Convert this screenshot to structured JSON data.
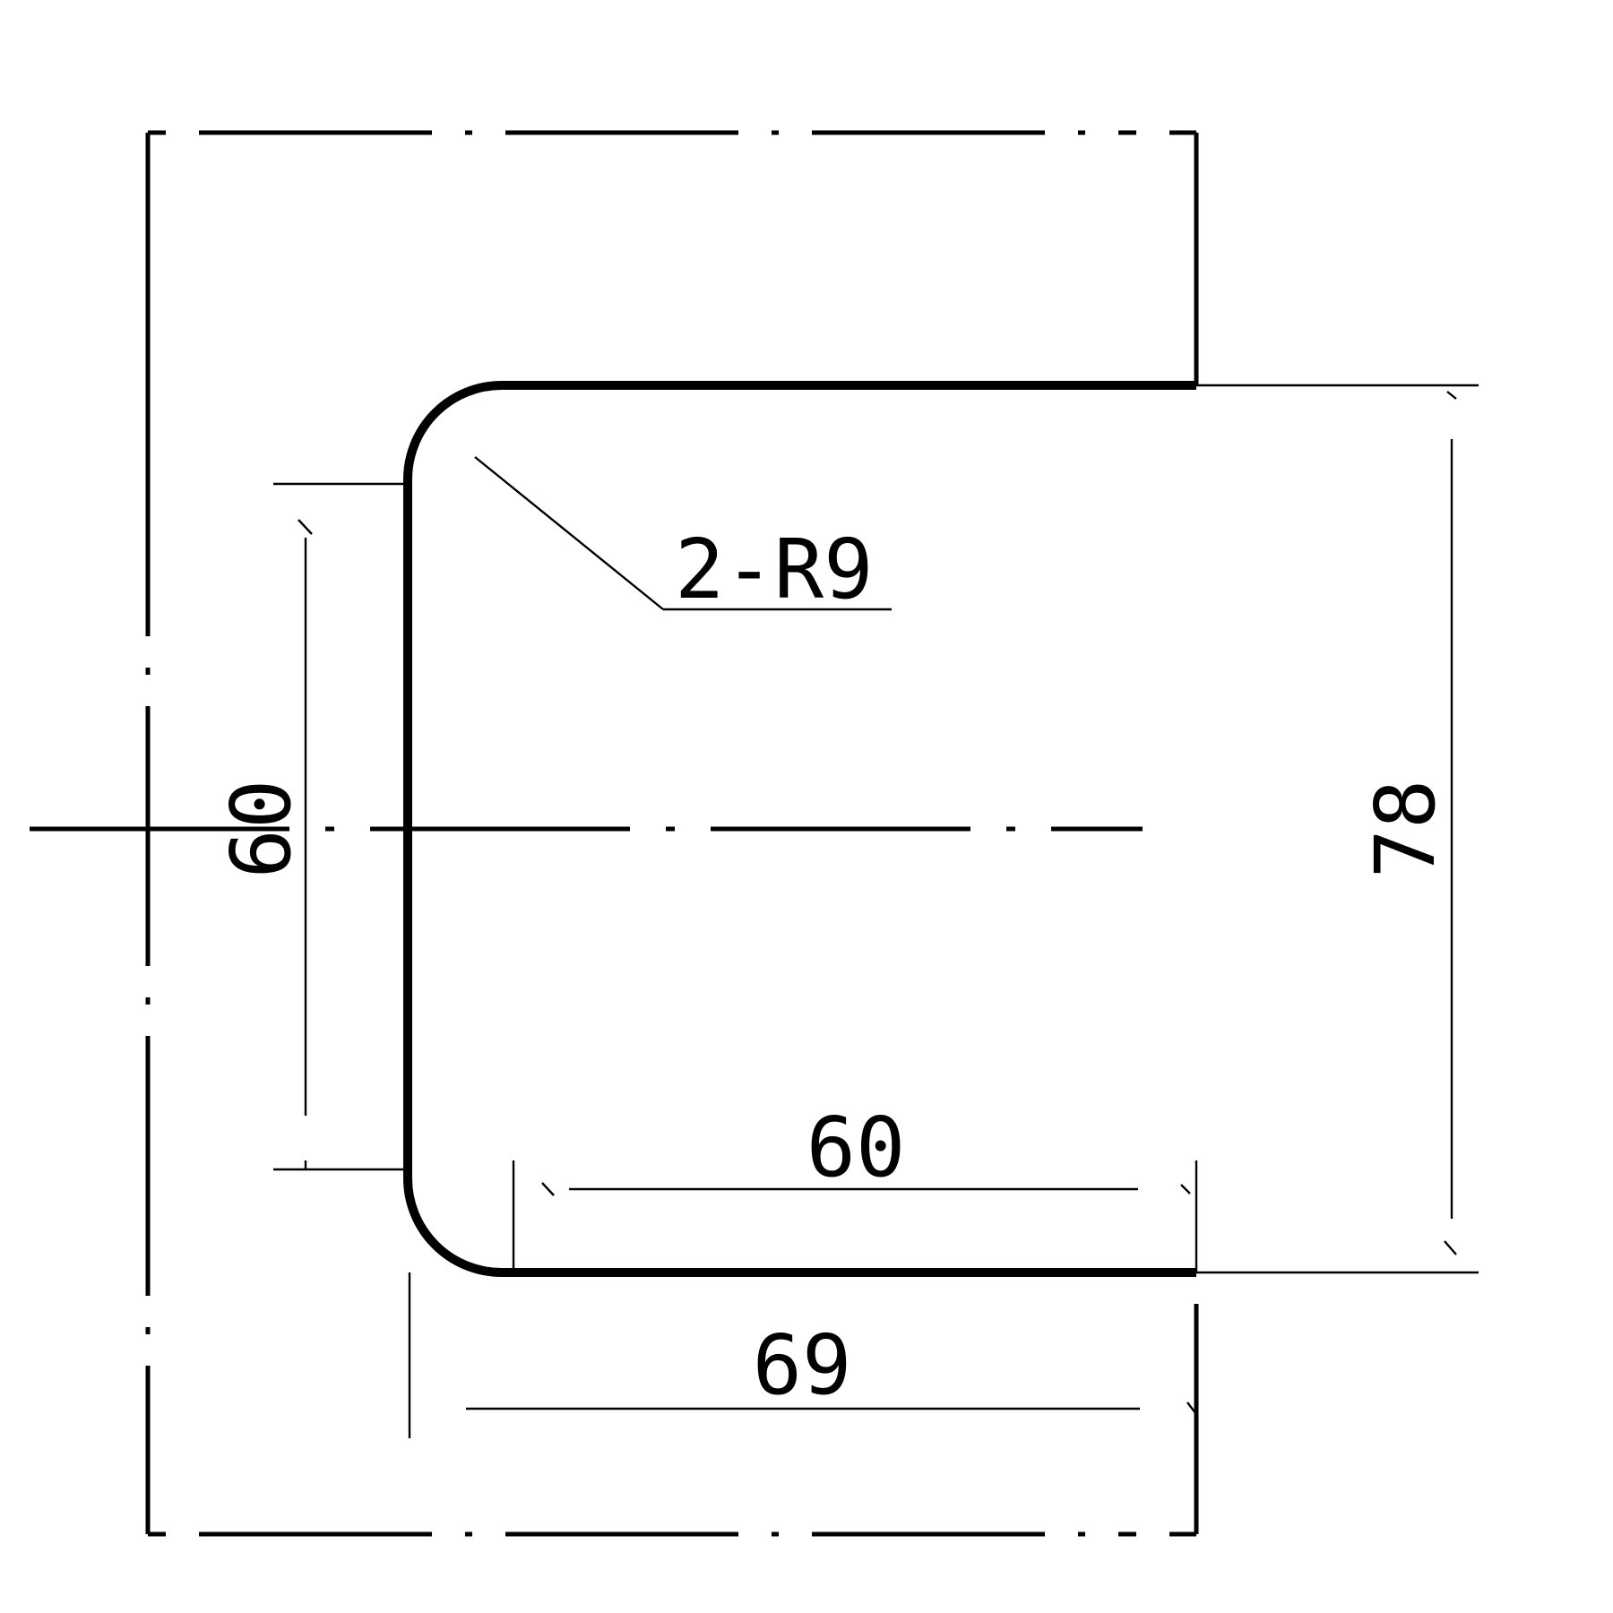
{
  "drawing": {
    "dimensions": {
      "top_width_60": "60",
      "overall_width_69": "69",
      "left_height_60": "60",
      "right_height_78": "78",
      "radius_label": "2-R9"
    }
  }
}
